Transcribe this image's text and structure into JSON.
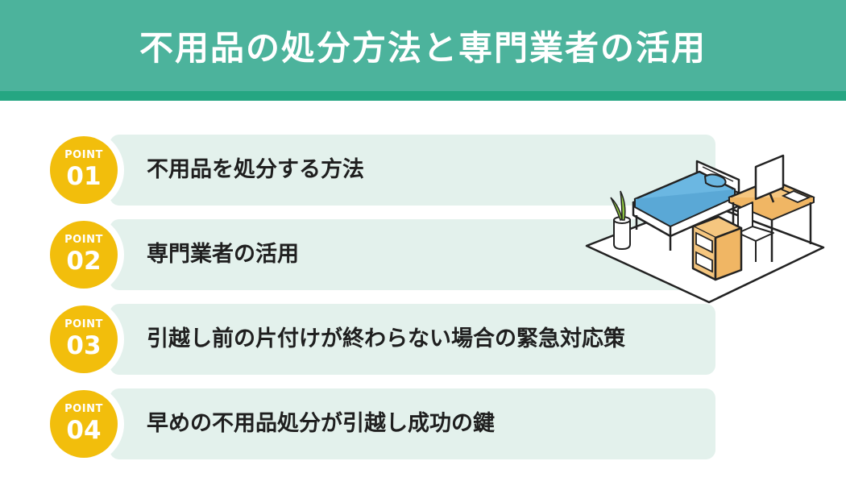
{
  "header": {
    "title": "不用品の処分方法と専門業者の活用"
  },
  "points": [
    {
      "badge_label": "POINT",
      "number": "01",
      "text": "不用品を処分する方法"
    },
    {
      "badge_label": "POINT",
      "number": "02",
      "text": "専門業者の活用"
    },
    {
      "badge_label": "POINT",
      "number": "03",
      "text": "引越し前の片付けが終わらない場合の緊急対応策"
    },
    {
      "badge_label": "POINT",
      "number": "04",
      "text": "早めの不用品処分が引越し成功の鍵"
    }
  ],
  "colors": {
    "header_bg": "#4cb39c",
    "header_stripe": "#25a682",
    "badge": "#f2be0c",
    "row_bg": "#e3f1ec",
    "text": "#1f1f1f"
  },
  "illustration": {
    "icon": "bedroom-illustration"
  }
}
